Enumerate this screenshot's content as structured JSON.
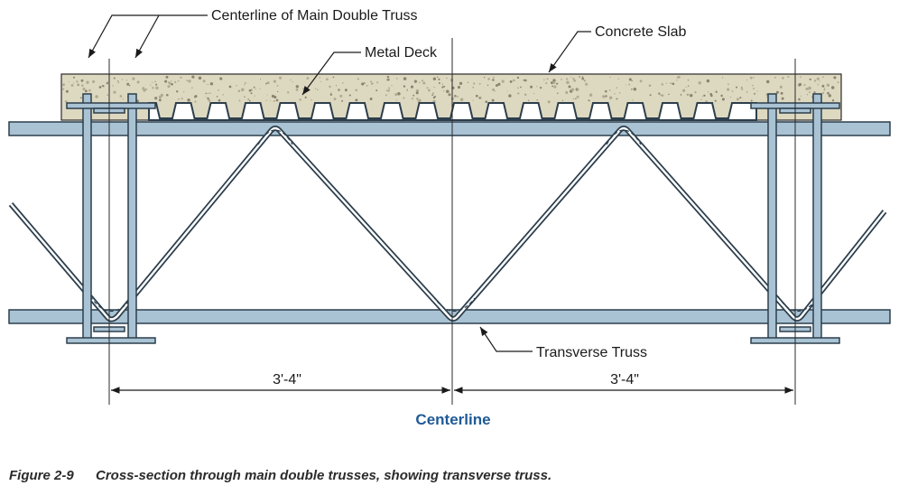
{
  "labels": {
    "main_truss": "Centerline of Main Double Truss",
    "metal_deck": "Metal Deck",
    "concrete_slab": "Concrete Slab",
    "transverse_truss": "Transverse Truss",
    "dim_left": "3'-4\"",
    "dim_right": "3'-4\"",
    "centerline": "Centerline"
  },
  "caption": {
    "number": "Figure 2-9",
    "text": "Cross-section through main double trusses, showing transverse truss."
  },
  "colors": {
    "steel_fill": "#a9c3d4",
    "steel_stroke": "#2c3e4c",
    "concrete_fill": "#ddd8c0",
    "centerline_text": "#1f5a96"
  }
}
